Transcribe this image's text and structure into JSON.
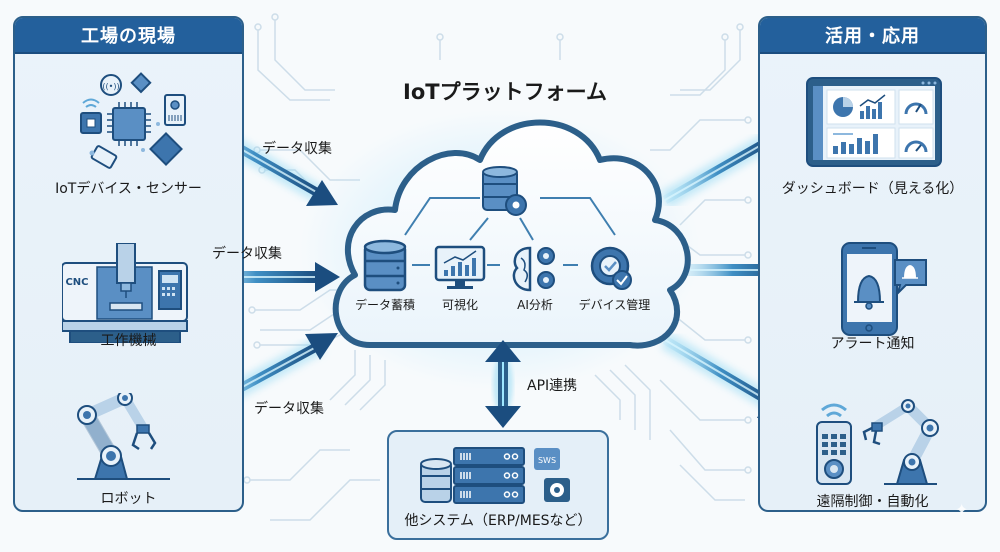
{
  "title": "IoTプラットフォーム",
  "left_panel": {
    "header": "工場の現場",
    "items": [
      {
        "label": "IoTデバイス・センサー",
        "icon": "iot-devices-sensors-icon"
      },
      {
        "label": "工作機械",
        "icon": "cnc-machine-icon",
        "icon_text": "CNC"
      },
      {
        "label": "ロボット",
        "icon": "robot-arm-icon"
      }
    ]
  },
  "inbound_flows": [
    {
      "label": "データ収集"
    },
    {
      "label": "データ収集"
    },
    {
      "label": "データ収集"
    }
  ],
  "cloud": {
    "center_icon": "database-gear-icon",
    "functions": [
      {
        "label": "データ蓄積",
        "icon": "database-icon"
      },
      {
        "label": "可視化",
        "icon": "monitor-chart-icon"
      },
      {
        "label": "AI分析",
        "icon": "brain-gears-icon"
      },
      {
        "label": "デバイス管理",
        "icon": "gear-check-icon"
      }
    ]
  },
  "api_link": {
    "label": "API連携"
  },
  "other_systems": {
    "label": "他システム（ERP/MESなど）",
    "badge_text": "SWS"
  },
  "right_panel": {
    "header": "活用・応用",
    "items": [
      {
        "label": "ダッシュボード（見える化）",
        "icon": "dashboard-icon"
      },
      {
        "label": "アラート通知",
        "icon": "smartphone-bell-icon"
      },
      {
        "label": "遠隔制御・自動化",
        "icon": "remote-control-robot-icon"
      }
    ]
  },
  "colors": {
    "primary": "#23609c",
    "dark": "#1b4d7f",
    "accent_light": "#5fa8d8",
    "glow": "#7fd6f5",
    "panel_bg": "#e6f0f8",
    "circuit": "#c9dbe8"
  }
}
